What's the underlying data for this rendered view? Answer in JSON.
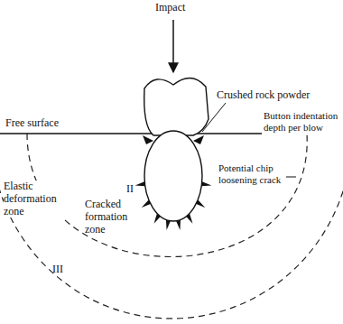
{
  "diagram": {
    "labels": [
      "Impact",
      "Free surface",
      "Crushed rock powder",
      "Button indentation depth per blow",
      "Potential chip loosening crack",
      "Elastic deformation zone",
      "III",
      "II",
      "Cracked formation zone"
    ]
  }
}
